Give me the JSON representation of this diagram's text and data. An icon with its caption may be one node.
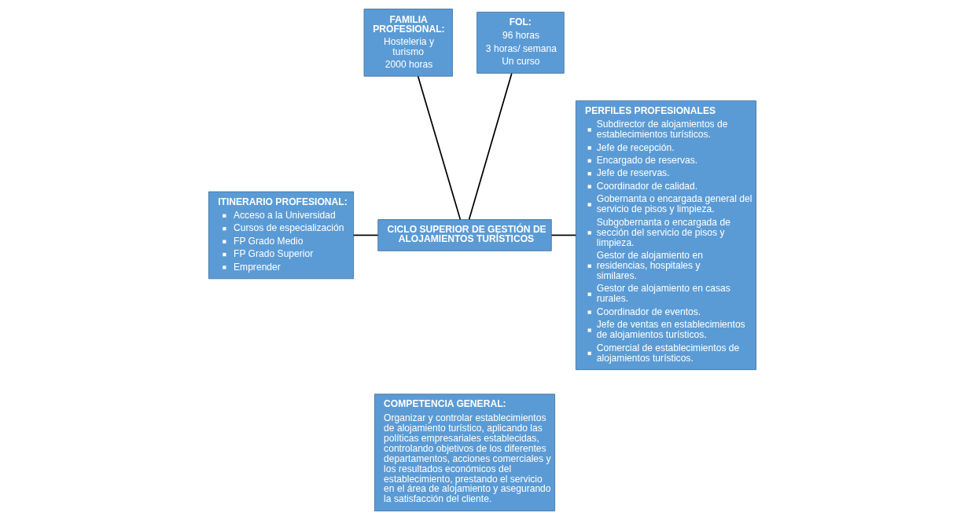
{
  "diagram": {
    "nodes": [
      {
        "text": [
          "FAMILIA PROFESIONAL:",
          "Hosteleria y turismo",
          "2000 horas"
        ]
      },
      {
        "text": [
          "FOL:",
          "96 horas",
          "3 horas/ semana",
          "Un curso"
        ]
      },
      {
        "text": [
          "ITINERARIO PROFESIONAL:",
          "Acceso a la Universidad",
          "Cursos de especialización",
          "FP Grado Medio",
          "FP Grado Superior",
          "Emprender"
        ]
      },
      {
        "text": [
          "CICLO SUPERIOR DE GESTIÓN DE ALOJAMIENTOS TURÍSTICOS"
        ]
      },
      {
        "text": [
          "PERFILES PROFESIONALES",
          "Subdirector de alojamientos de establecimientos turísticos.",
          "Jefe de recepción.",
          "Encargado de reservas.",
          "Jefe de reservas.",
          "Coordinador de calidad.",
          "Gobernanta o encargada general del servicio de pisos y limpieza.",
          "Subgobernanta o encargada de sección del servicio de pisos y limpieza.",
          "Gestor de alojamiento en residencias, hospitales y similares.",
          "Gestor de alojamiento en casas rurales.",
          "Coordinador de eventos.",
          "Jefe de ventas en establecimientos de alojamientos turísticos.",
          "Comercial de establecimientos de alojamientos turísticos."
        ]
      },
      {
        "text": [
          "COMPETENCIA GENERAL:",
          "Organizar y controlar establecimientos de alojamiento turístico, aplicando las políticas empresariales establecidas, controlando objetivos de los diferentes departamentos, acciones comerciales y los resultados económicos del establecimiento, prestando el servicio en el área de alojamiento y asegurando la satisfacción del cliente."
        ]
      }
    ],
    "edges": [
      {
        "from": 0,
        "to": 3,
        "arrow": "none"
      },
      {
        "from": 1,
        "to": 3,
        "arrow": "none"
      },
      {
        "from": 2,
        "to": 3,
        "arrow": "none"
      },
      {
        "from": 3,
        "to": 4,
        "arrow": "none"
      }
    ]
  }
}
